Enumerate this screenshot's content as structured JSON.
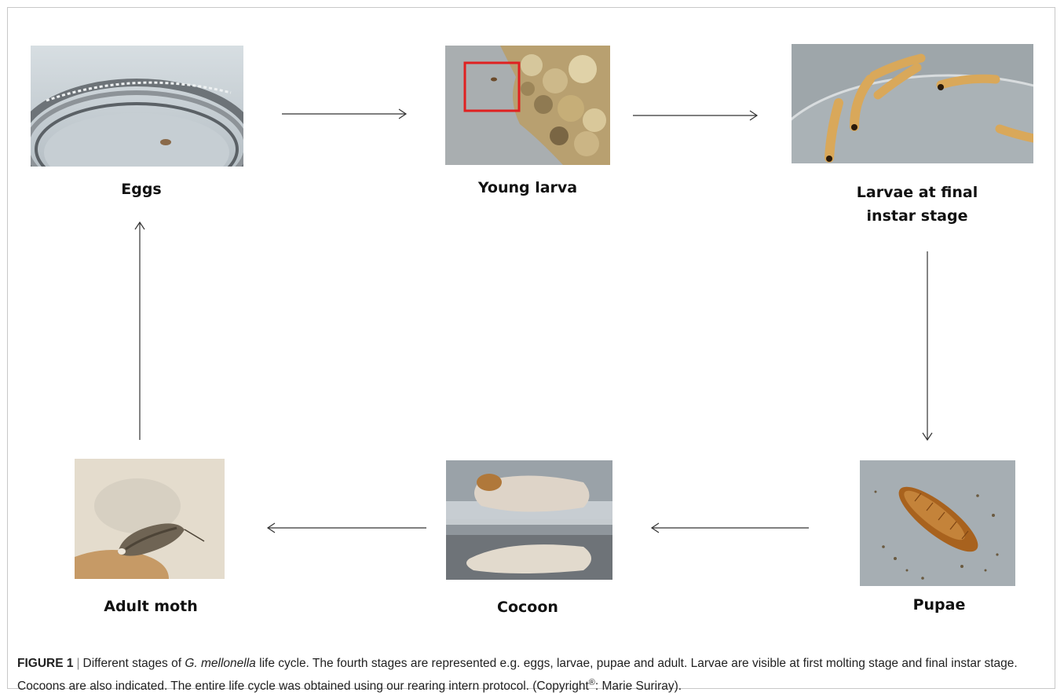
{
  "stages": [
    {
      "key": "eggs",
      "label": "Eggs"
    },
    {
      "key": "young-larva",
      "label": "Young larva"
    },
    {
      "key": "larvae-final",
      "label_line1": "Larvae at final",
      "label_line2": "instar stage"
    },
    {
      "key": "pupae",
      "label": "Pupae"
    },
    {
      "key": "cocoon",
      "label": "Cocoon"
    },
    {
      "key": "adult-moth",
      "label": "Adult moth"
    }
  ],
  "caption": {
    "figure_label": "FIGURE 1",
    "separator": "|",
    "text_before_species": "Different stages of",
    "species": "G. mellonella",
    "text_after_species": "life cycle. The fourth stages are represented e.g. eggs, larvae, pupae and adult. Larvae are visible at first molting stage and final instar stage. Cocoons are also indicated. The entire life cycle was obtained using our rearing intern protocol. (Copyright",
    "copyright_symbol": "®",
    "text_end": ": Marie Suriray)."
  },
  "colors": {
    "arrow": "#333333",
    "highlight_box": "#e02020"
  }
}
